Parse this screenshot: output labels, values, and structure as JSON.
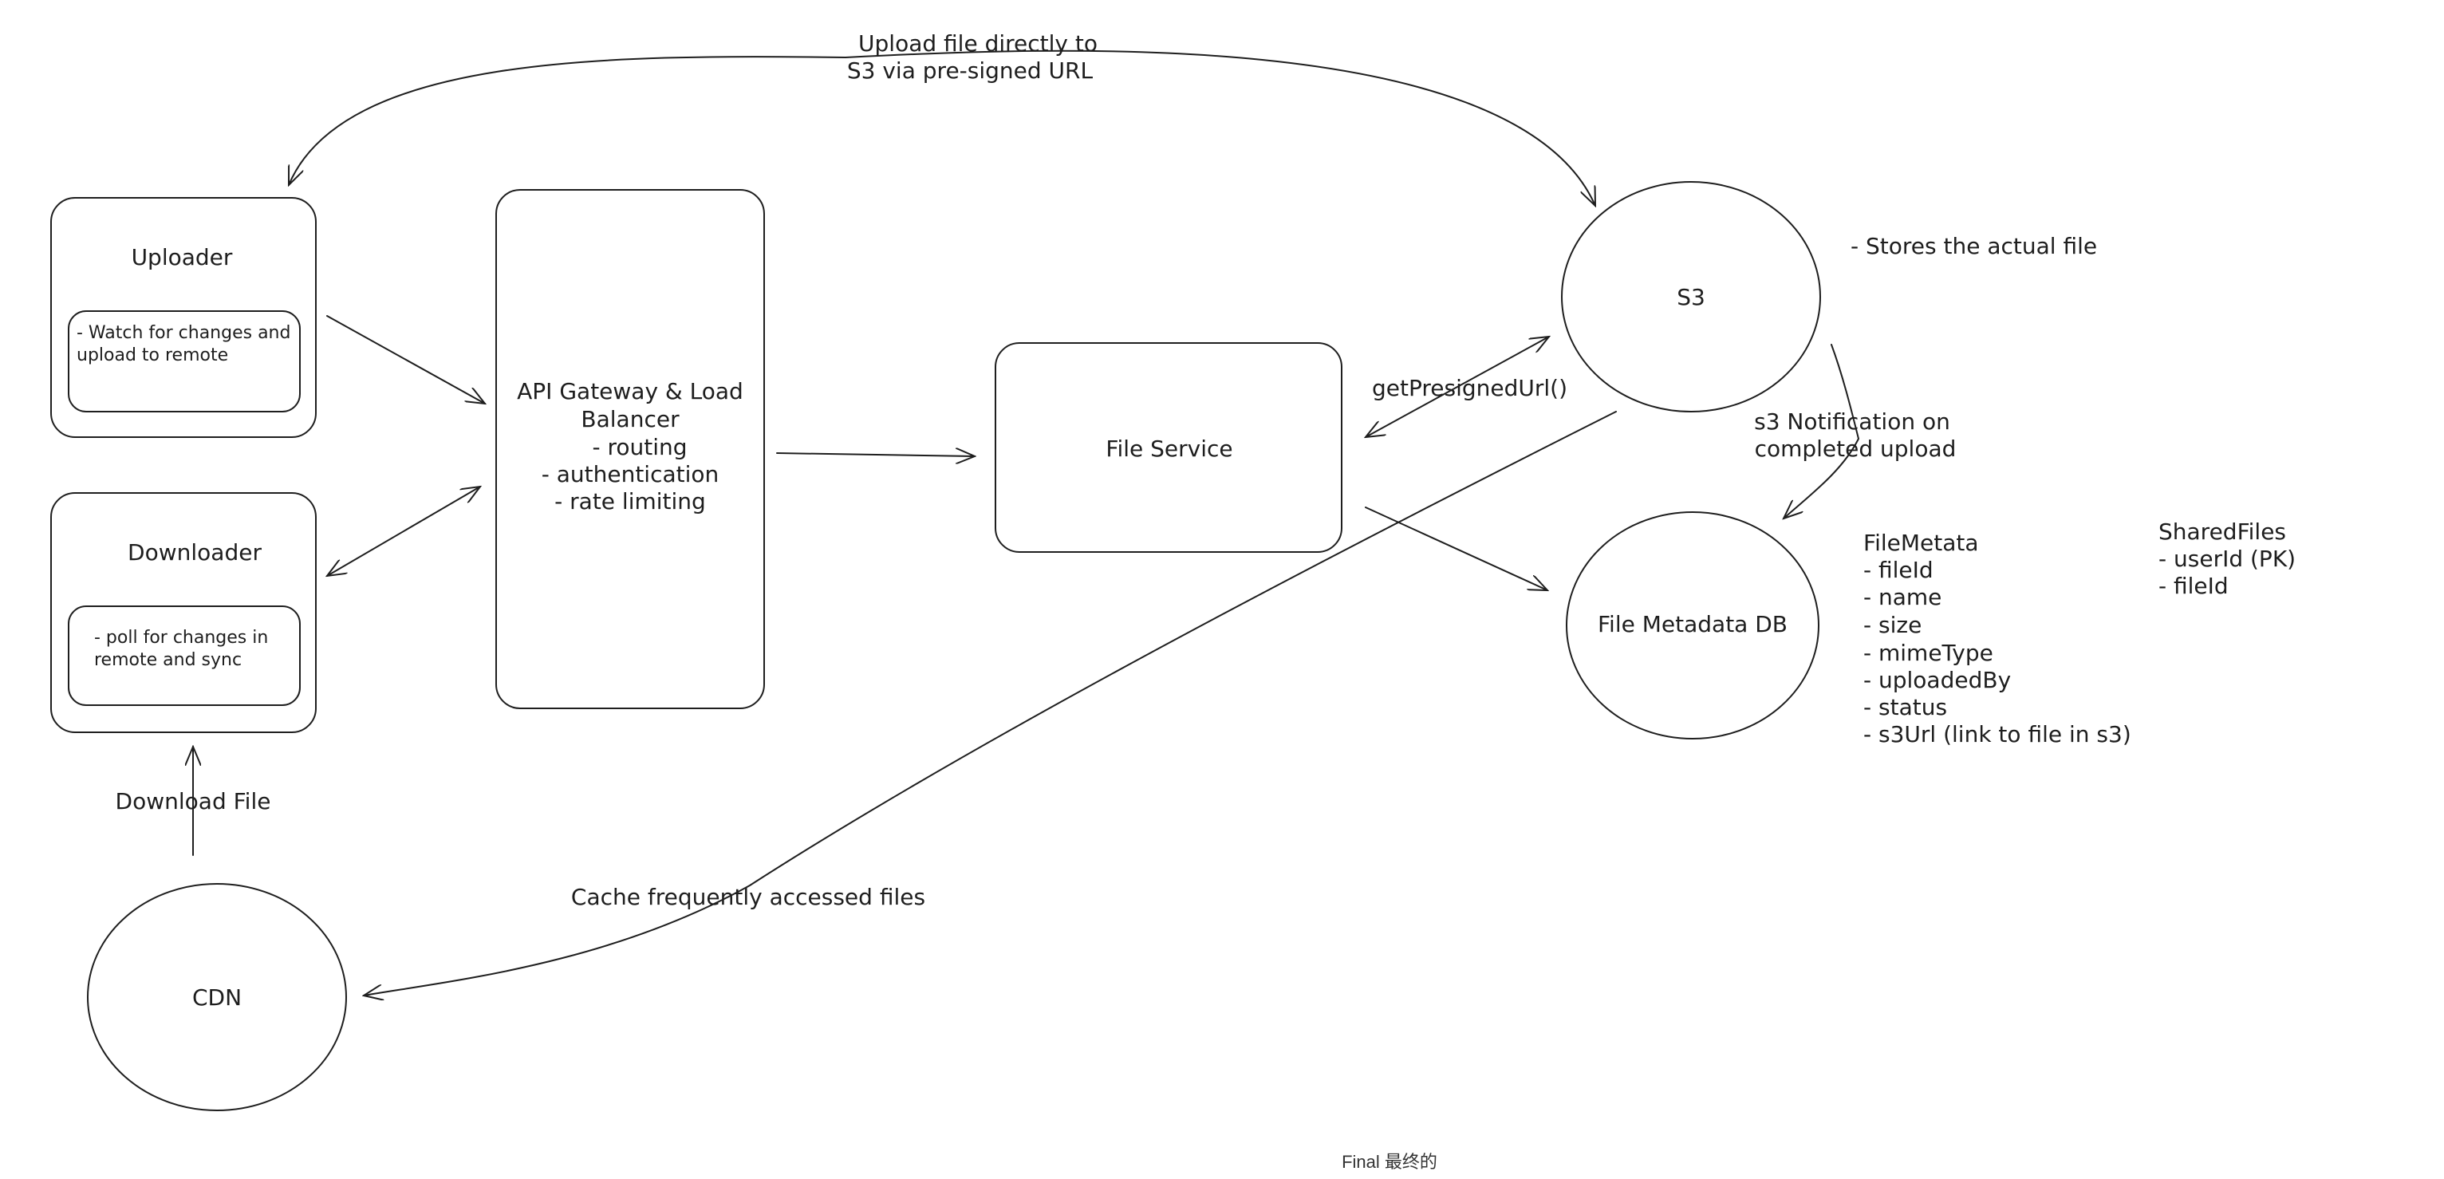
{
  "nodes": {
    "uploader": {
      "title": "Uploader",
      "note": [
        "- Watch for changes and",
        "upload to remote"
      ]
    },
    "downloader": {
      "title": "Downloader",
      "note": [
        "- poll for changes in",
        "remote and sync"
      ]
    },
    "gateway": {
      "lines": [
        "API Gateway & Load",
        "Balancer",
        "- routing",
        "- authentication",
        "- rate limiting"
      ]
    },
    "file_service": {
      "label": "File Service"
    },
    "s3": {
      "label": "S3"
    },
    "metadata_db": {
      "label": "File Metadata DB"
    },
    "cdn": {
      "label": "CDN"
    }
  },
  "annotations": {
    "upload_direct": [
      "Upload file directly to",
      "S3 via pre-signed URL"
    ],
    "s3_stores": "- Stores the actual file",
    "get_presigned": "getPresignedUrl()",
    "s3_notification": [
      "s3 Notification on",
      "completed upload"
    ],
    "download_file": "Download File",
    "cache": "Cache frequently accessed files"
  },
  "schemas": {
    "file_metadata": {
      "title": "FileMetata",
      "fields": [
        "- fileId",
        "- name",
        "- size",
        "- mimeType",
        "- uploadedBy",
        "- status",
        "- s3Url (link to file in s3)"
      ]
    },
    "shared_files": {
      "title": "SharedFiles",
      "fields": [
        "- userId (PK)",
        "- fileId"
      ]
    }
  },
  "caption": "Final 最终的"
}
